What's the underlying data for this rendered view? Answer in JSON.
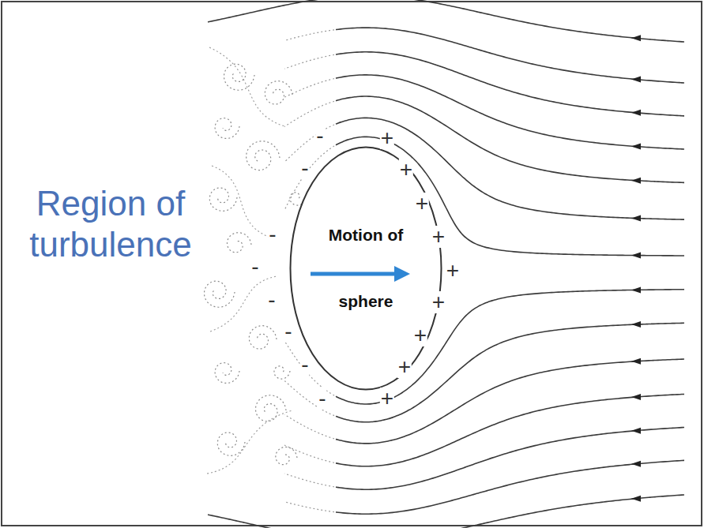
{
  "diagram": {
    "nodes": [
      {
        "text": [
          "Motion of sphere"
        ]
      }
    ],
    "labels": [
      "Region of turbulence",
      "+",
      "+",
      "+",
      "+",
      "+",
      "+",
      "+",
      "+",
      "+",
      "-",
      "-",
      "-",
      "-",
      "-",
      "-",
      "-",
      "-"
    ]
  }
}
